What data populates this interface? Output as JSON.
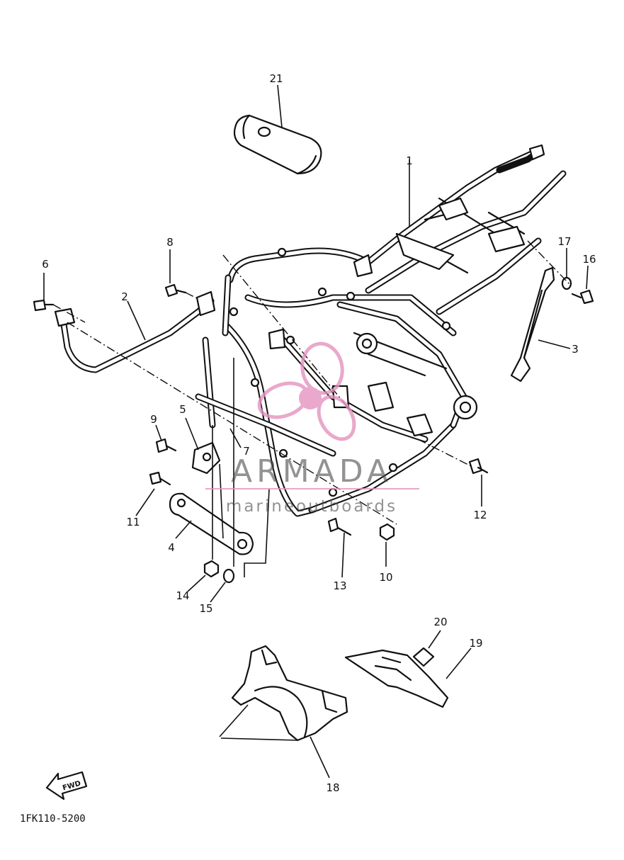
{
  "callouts": [
    {
      "id": "1",
      "label": "1"
    },
    {
      "id": "2",
      "label": "2"
    },
    {
      "id": "3",
      "label": "3"
    },
    {
      "id": "4",
      "label": "4"
    },
    {
      "id": "5",
      "label": "5"
    },
    {
      "id": "6",
      "label": "6"
    },
    {
      "id": "7",
      "label": "7"
    },
    {
      "id": "8",
      "label": "8"
    },
    {
      "id": "9",
      "label": "9"
    },
    {
      "id": "10",
      "label": "10"
    },
    {
      "id": "11",
      "label": "11"
    },
    {
      "id": "12",
      "label": "12"
    },
    {
      "id": "13",
      "label": "13"
    },
    {
      "id": "14",
      "label": "14"
    },
    {
      "id": "15",
      "label": "15"
    },
    {
      "id": "16",
      "label": "16"
    },
    {
      "id": "17",
      "label": "17"
    },
    {
      "id": "18",
      "label": "18"
    },
    {
      "id": "19",
      "label": "19"
    },
    {
      "id": "20",
      "label": "20"
    },
    {
      "id": "21",
      "label": "21"
    }
  ],
  "diagram_code": "1FK110-5200",
  "fwd_arrow_label": "FWD",
  "watermark": {
    "brand": "ARMADA",
    "tagline": "marineoutboards",
    "color_logo": "#e493c0",
    "color_text": "#4a4a4a"
  }
}
